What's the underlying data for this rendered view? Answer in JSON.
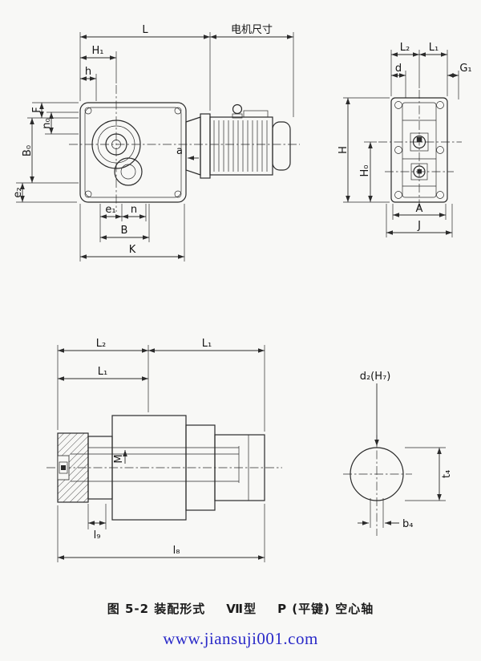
{
  "page": {
    "background": "#f8f8f6",
    "line_color": "#2b2b2b",
    "url_color": "#2a2ac8"
  },
  "caption": {
    "figure": "图 5-2 装配形式",
    "type": "Ⅶ型",
    "shaft": "P (平键) 空心轴"
  },
  "footer_url": "www.jiansuji001.com",
  "top_left_view": {
    "dims": {
      "L": "L",
      "motor_size": "电机尺寸",
      "H1": "H₁",
      "h": "h",
      "F": "F",
      "n0": "n₀",
      "B0": "B₀",
      "e2": "e₂",
      "a": "a",
      "e1": "e₁",
      "n": "n",
      "B": "B",
      "K": "K"
    }
  },
  "top_right_view": {
    "dims": {
      "L2": "L₂",
      "L1": "L₁",
      "d": "d",
      "G1": "G₁",
      "H": "H",
      "H0": "H₀",
      "A": "A",
      "J": "J"
    }
  },
  "bottom_left_view": {
    "dims": {
      "L2": "L₂",
      "L1_top": "L₁",
      "L1_inner": "L₁",
      "M": "M",
      "l9": "l₉",
      "l8": "l₈"
    }
  },
  "bottom_right_view": {
    "dims": {
      "d2": "d₂(H₇)",
      "t4": "t₄",
      "b4": "b₄"
    }
  }
}
